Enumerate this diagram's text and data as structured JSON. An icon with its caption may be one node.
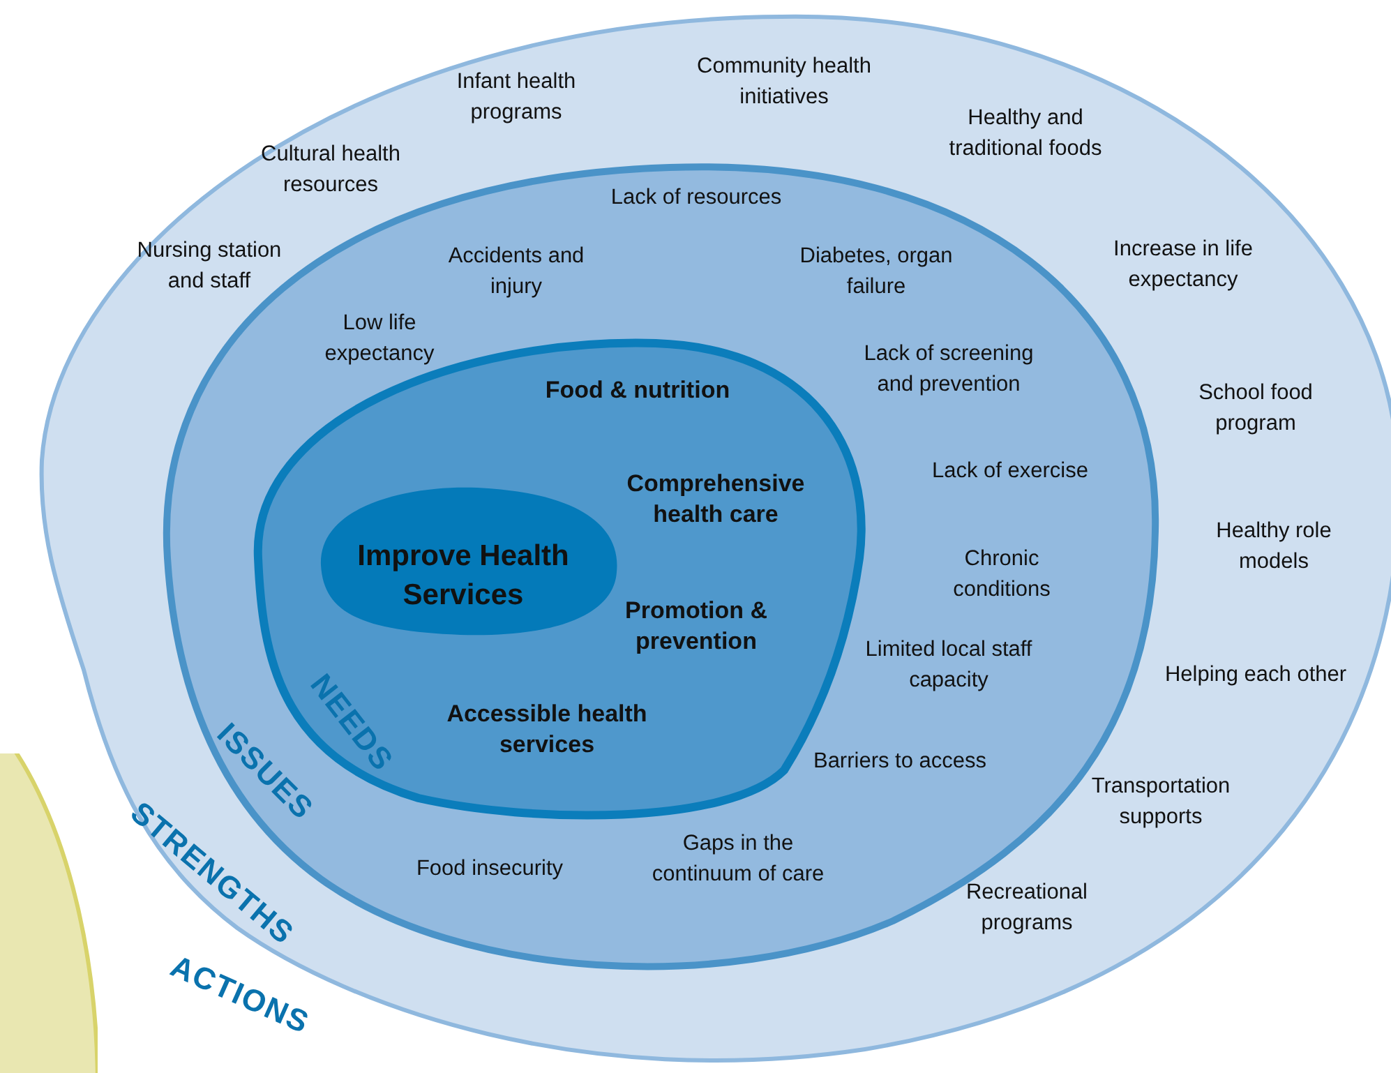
{
  "diagram": {
    "nodes": [
      {
        "text": [],
        "shape": "circle",
        "beside": [
          "ACTIONS"
        ]
      },
      {
        "text": [
          "STRENGTHS",
          "Infant health programs",
          "Community health initiatives",
          "Cultural health resources",
          "Healthy and traditional foods",
          "Nursing station and staff",
          "Increase in life expectancy",
          "School food program",
          "Healthy role models",
          "Helping each other",
          "Transportation supports",
          "Recreational programs"
        ]
      },
      {
        "text": [
          "ISSUES",
          "Lack of resources",
          "Accidents and injury",
          "Diabetes, organ failure",
          "Low life expectancy",
          "Lack of screening and prevention",
          "Lack of exercise",
          "Chronic conditions",
          "Limited local staff capacity",
          "Barriers to access",
          "Food insecurity",
          "Gaps in the continuum of care"
        ],
        "in": 1
      },
      {
        "text": [
          "NEEDS",
          "Food & nutrition",
          "Comprehensive health care",
          "Promotion & prevention",
          "Accessible health services"
        ],
        "in": 2
      },
      {
        "text": [
          "Improve Health Services"
        ],
        "in": 3
      }
    ]
  }
}
